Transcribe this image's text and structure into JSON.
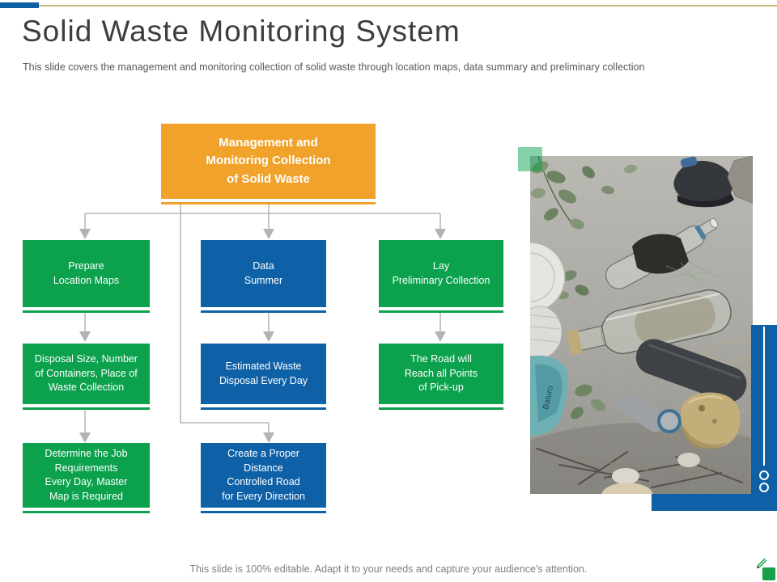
{
  "slide": {
    "title": "Solid Waste Monitoring System",
    "subtitle": "This slide covers the management and monitoring collection of solid waste through location maps, data summary and preliminary collection",
    "footer": "This slide is 100% editable. Adapt it to your needs and capture your audience's attention."
  },
  "colors": {
    "green": "#0ba14d",
    "blue": "#0e61a7",
    "orange": "#f0a22a",
    "gold_accent_line": "#c9b873",
    "connector_gray": "#a9a9a9"
  },
  "diagram": {
    "root": {
      "label": "Management and\nMonitoring Collection\nof Solid Waste",
      "color": "orange"
    },
    "nodes": [
      {
        "label": "Prepare\nLocation Maps",
        "color": "green"
      },
      {
        "label": "Data\nSummer",
        "color": "blue"
      },
      {
        "label": "Lay\nPreliminary Collection",
        "color": "green"
      },
      {
        "label": "Disposal Size, Number\nof Containers, Place of\nWaste Collection",
        "color": "green"
      },
      {
        "label": "Estimated Waste\nDisposal Every Day",
        "color": "blue"
      },
      {
        "label": "The Road will\nReach all Points\nof Pick-up",
        "color": "green"
      },
      {
        "label": "Determine the Job\nRequirements\nEvery Day, Master\nMap is Required",
        "color": "green"
      },
      {
        "label": "Create a Proper\nDistance\nControlled Road\nfor Every Direction",
        "color": "blue"
      }
    ]
  },
  "photo": {
    "bag_text": "Baturo"
  }
}
